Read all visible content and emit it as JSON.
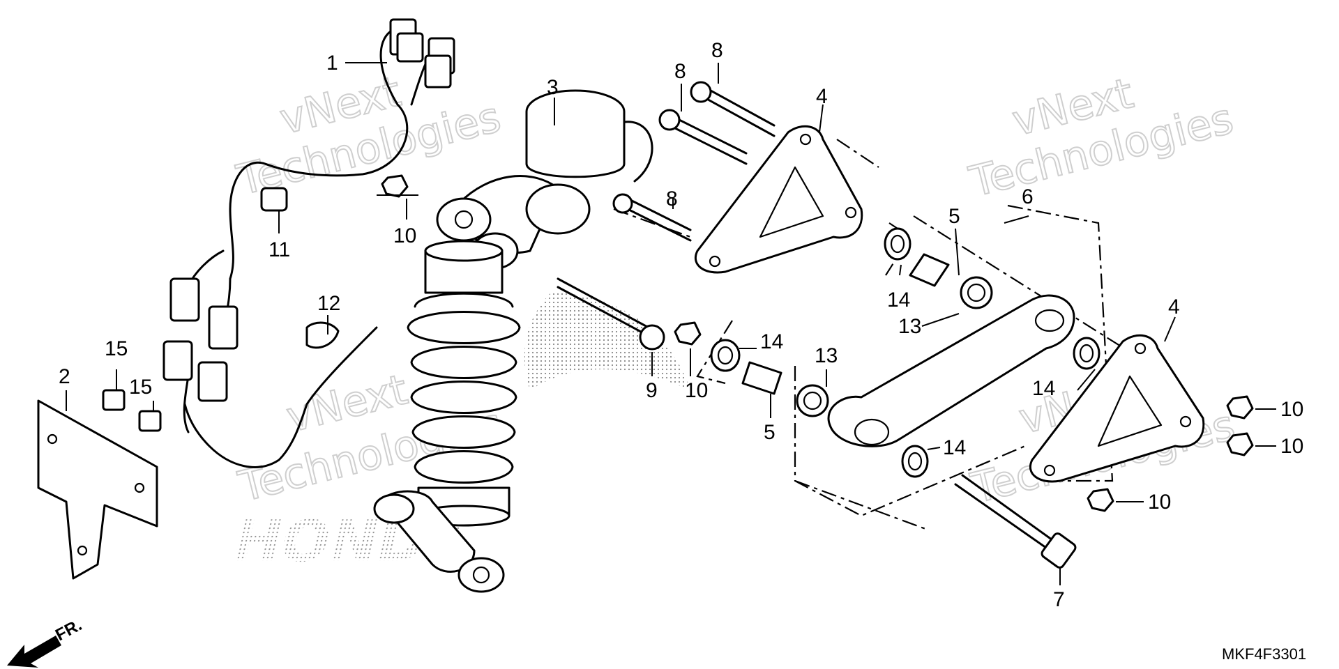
{
  "diagram": {
    "code": "MKF4F3301",
    "direction_label": "FR.",
    "brand_mark": "HONDA",
    "watermarks": [
      {
        "line1": "vNext",
        "line2": "Technologies"
      },
      {
        "line1": "vNext",
        "line2": "Technologies"
      },
      {
        "line1": "vNext",
        "line2": "Technologies"
      },
      {
        "line1": "vNext",
        "line2": "Technologies"
      }
    ],
    "callouts": [
      {
        "id": "c1",
        "label": "1"
      },
      {
        "id": "c2",
        "label": "2"
      },
      {
        "id": "c3",
        "label": "3"
      },
      {
        "id": "c4a",
        "label": "4"
      },
      {
        "id": "c4b",
        "label": "4"
      },
      {
        "id": "c5a",
        "label": "5"
      },
      {
        "id": "c5b",
        "label": "5"
      },
      {
        "id": "c6",
        "label": "6"
      },
      {
        "id": "c7",
        "label": "7"
      },
      {
        "id": "c8a",
        "label": "8"
      },
      {
        "id": "c8b",
        "label": "8"
      },
      {
        "id": "c8c",
        "label": "8"
      },
      {
        "id": "c9",
        "label": "9"
      },
      {
        "id": "c10a",
        "label": "10"
      },
      {
        "id": "c10b",
        "label": "10"
      },
      {
        "id": "c10c",
        "label": "10"
      },
      {
        "id": "c10d",
        "label": "10"
      },
      {
        "id": "c10e",
        "label": "10"
      },
      {
        "id": "c11",
        "label": "11"
      },
      {
        "id": "c12",
        "label": "12"
      },
      {
        "id": "c13a",
        "label": "13"
      },
      {
        "id": "c13b",
        "label": "13"
      },
      {
        "id": "c14a",
        "label": "14"
      },
      {
        "id": "c14b",
        "label": "14"
      },
      {
        "id": "c14c",
        "label": "14"
      },
      {
        "id": "c14d",
        "label": "14"
      },
      {
        "id": "c15a",
        "label": "15"
      },
      {
        "id": "c15b",
        "label": "15"
      }
    ]
  }
}
